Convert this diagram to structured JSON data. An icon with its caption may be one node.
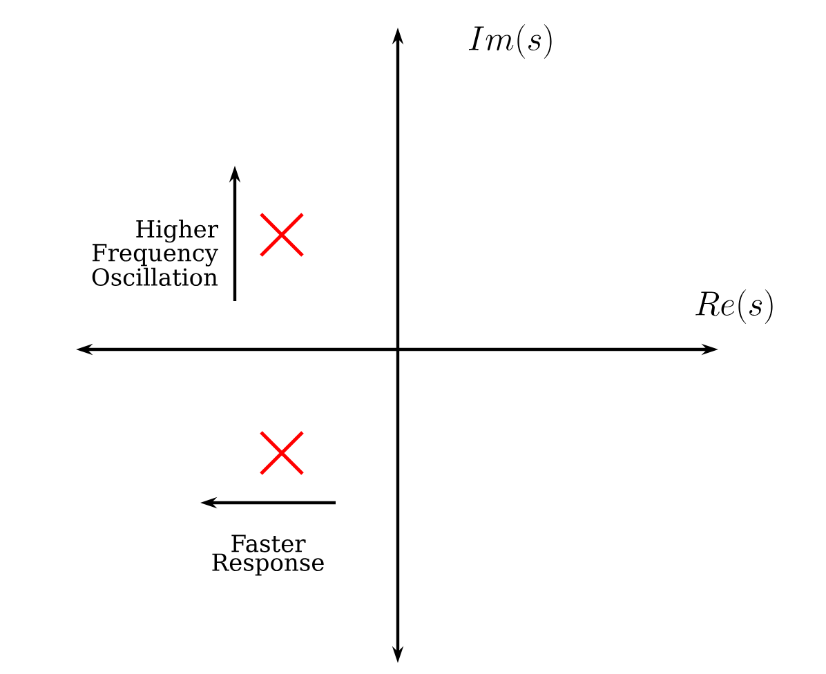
{
  "diagram": {
    "labels": [
      "Im(s)",
      "Re(s)",
      "Higher Frequency Oscillation",
      "Faster Response"
    ]
  }
}
